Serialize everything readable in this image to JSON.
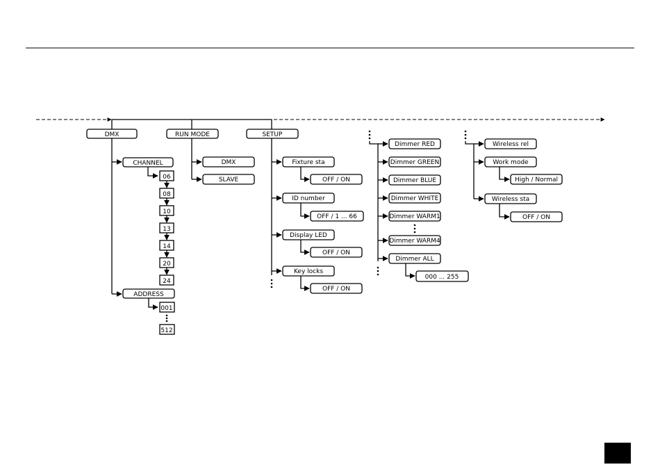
{
  "menu": {
    "dmx": {
      "label": "DMX",
      "channel": {
        "label": "CHANNEL",
        "values": [
          "06",
          "08",
          "10",
          "13",
          "14",
          "20",
          "24"
        ]
      },
      "address": {
        "label": "ADDRESS",
        "first": "001",
        "last": "512"
      }
    },
    "run_mode": {
      "label": "RUN MODE",
      "options": [
        "DMX",
        "SLAVE"
      ]
    },
    "setup": {
      "label": "SETUP",
      "items": [
        {
          "label": "Fixture sta",
          "value": "OFF / ON"
        },
        {
          "label": "ID number",
          "value": "OFF / 1 ... 66"
        },
        {
          "label": "Display LED",
          "value": "OFF / ON"
        },
        {
          "label": "Key locks",
          "value": "OFF / ON"
        }
      ]
    },
    "dimmers": {
      "items": [
        "Dimmer RED",
        "Dimmer GREEN",
        "Dimmer BLUE",
        "Dimmer WHITE",
        "Dimmer WARM1",
        "Dimmer WARM4",
        "Dimmer ALL"
      ],
      "range": "000 ... 255"
    },
    "wireless": {
      "items": [
        {
          "label": "Wireless rel"
        },
        {
          "label": "Work mode",
          "value": "High / Normal"
        },
        {
          "label": "Wireless sta",
          "value": "OFF / ON"
        }
      ]
    }
  }
}
